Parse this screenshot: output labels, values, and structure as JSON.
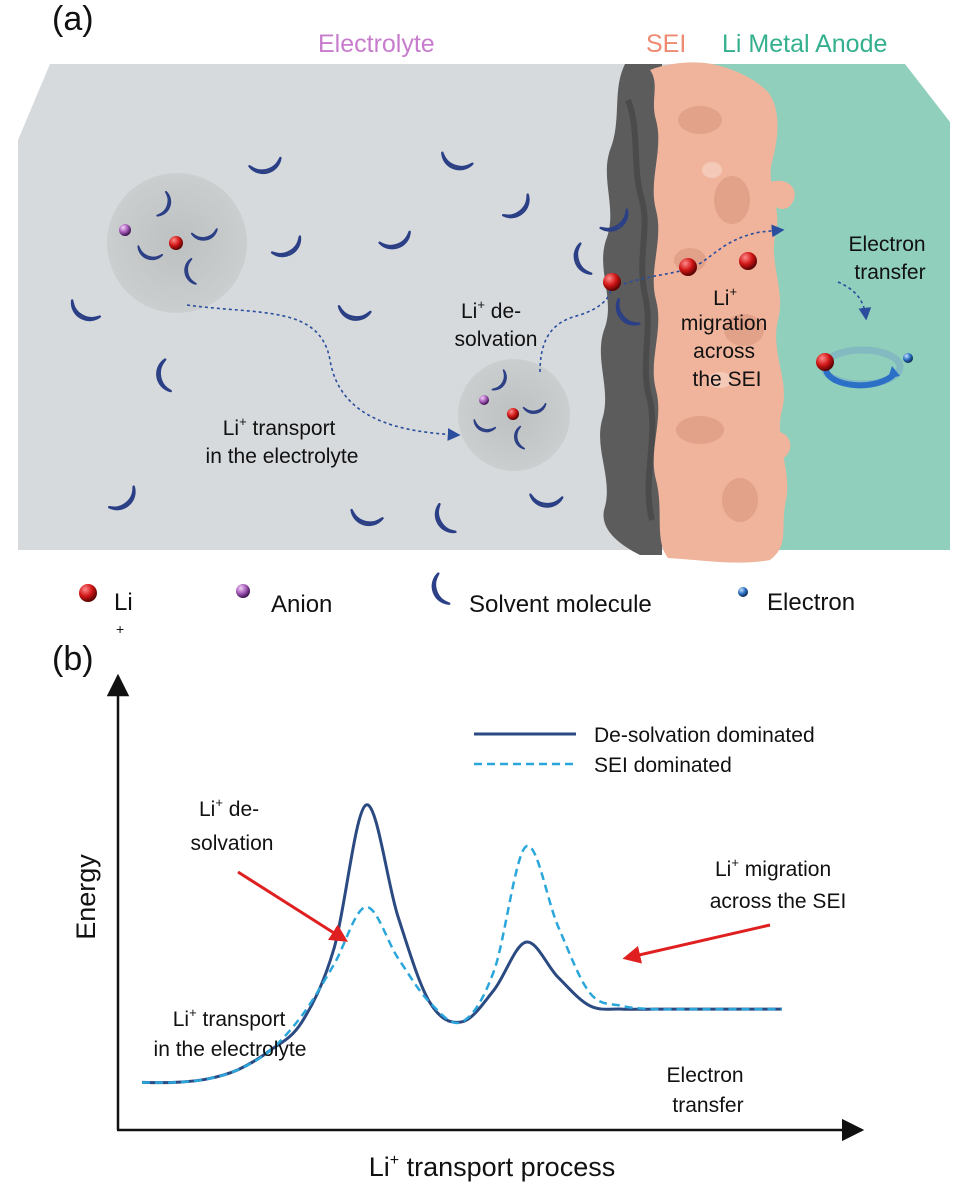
{
  "panel_a": {
    "label": "(a)",
    "regions": {
      "electrolyte": "Electrolyte",
      "sei": "SEI",
      "anode": "Li Metal Anode"
    },
    "annotations": {
      "transport": [
        "Li",
        "+",
        " transport",
        "in the electrolyte"
      ],
      "desolvation": [
        "Li",
        "+",
        " de-",
        "solvation"
      ],
      "migration": [
        "Li",
        "+",
        "migration",
        "across",
        "the SEI"
      ],
      "electron_transfer": [
        "Electron",
        "transfer"
      ]
    },
    "colors": {
      "electrolyte_fill": "#d6dadd",
      "sei_fill": "#f0b49c",
      "sei_shadow": "#5c5c5c",
      "anode_fill": "#8fcfbc",
      "electrolyte_label": "#c77ccc",
      "sei_label": "#ee8a72",
      "anode_label": "#35b08e",
      "arrow": "#2b4d9e"
    }
  },
  "legend": {
    "li": [
      "Li",
      "+"
    ],
    "anion": "Anion",
    "solvent": "Solvent molecule",
    "electron": "Electron"
  },
  "panel_b": {
    "label": "(b)",
    "annotations": {
      "transport": [
        "Li",
        "+",
        " transport",
        "in the electrolyte"
      ],
      "desolvation": [
        "Li",
        "+",
        " de-",
        "solvation"
      ],
      "migration": [
        "Li",
        "+",
        " migration",
        "across the SEI"
      ],
      "electron_transfer": [
        "Electron",
        "transfer"
      ]
    }
  },
  "chart_data": {
    "type": "line",
    "title": "",
    "xlabel": [
      "Li",
      "+",
      " transport process"
    ],
    "ylabel": "Energy",
    "legend_position": "top-right",
    "x": [
      0,
      0.5,
      1,
      1.5,
      2,
      2.5,
      3,
      3.5,
      4,
      4.5,
      5,
      5.5,
      6,
      6.5,
      7,
      7.5,
      8,
      8.5,
      9,
      9.5,
      10
    ],
    "series": [
      {
        "name": "De-solvation dominated",
        "color": "#2b4a82",
        "style": "solid",
        "values": [
          0.03,
          0.03,
          0.04,
          0.07,
          0.13,
          0.22,
          0.45,
          0.9,
          0.55,
          0.28,
          0.22,
          0.32,
          0.47,
          0.36,
          0.27,
          0.26,
          0.26,
          0.26,
          0.26,
          0.26,
          0.26
        ]
      },
      {
        "name": "SEI dominated",
        "color": "#2aa6da",
        "style": "dashed",
        "values": [
          0.03,
          0.03,
          0.04,
          0.07,
          0.13,
          0.24,
          0.4,
          0.58,
          0.42,
          0.28,
          0.22,
          0.38,
          0.77,
          0.52,
          0.31,
          0.27,
          0.26,
          0.26,
          0.26,
          0.26,
          0.26
        ]
      }
    ]
  }
}
